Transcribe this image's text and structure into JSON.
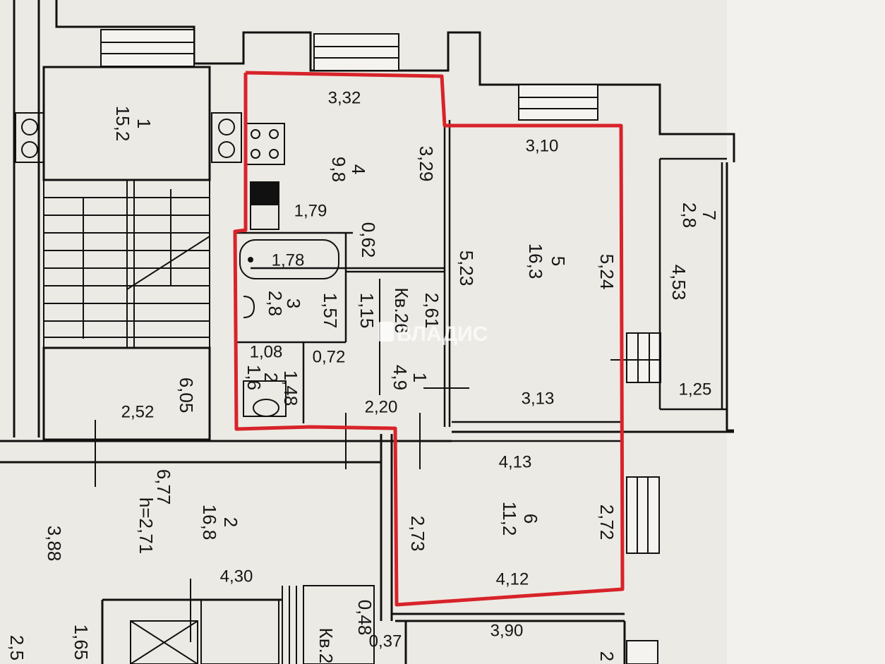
{
  "watermark": "ВЛАДИС",
  "apartment_label": "Кв.26",
  "neighbor_label": "Кв.2",
  "rooms": [
    {
      "id": "room-1-stair",
      "number": "1",
      "area": "15,2"
    },
    {
      "id": "room-2-stair",
      "number": "2",
      "area": "16,8",
      "height": "h=2,71"
    },
    {
      "id": "room-4-kitchen",
      "number": "4",
      "area": "9,8"
    },
    {
      "id": "room-3-bath",
      "number": "3",
      "area": "2,8"
    },
    {
      "id": "room-2-wc",
      "number": "2",
      "area": "1,6"
    },
    {
      "id": "room-1-hall",
      "number": "1",
      "area": "4,9"
    },
    {
      "id": "room-5-living",
      "number": "5",
      "area": "16,3"
    },
    {
      "id": "room-6-bedroom",
      "number": "6",
      "area": "11,2"
    },
    {
      "id": "room-7-balcony",
      "number": "7",
      "area": "2,8"
    }
  ],
  "dimensions": {
    "kitchen_top": "3,32",
    "kitchen_right": "3,29",
    "kitchen_niche": "1,79",
    "kitchen_small": "0,62",
    "bath_tub": "1,78",
    "bath_h": "1,57",
    "bath_w": "1,15",
    "wc_top": "1,08",
    "wc_side": "1,48",
    "wc_door": "0,72",
    "hall_right": "2,61",
    "hall_bottom": "2,20",
    "living_top": "3,10",
    "living_left": "5,23",
    "living_right": "5,24",
    "living_bottom": "3,13",
    "balcony_len": "4,53",
    "balcony_w": "1,25",
    "stair1_w": "2,52",
    "stair1_h": "6,05",
    "stair_total": "6,77",
    "stair2_a": "3,88",
    "stair2_b": "4,30",
    "stair2_c": "1,65",
    "bed_top": "4,13",
    "bed_bottom": "4,12",
    "bed_left": "2,73",
    "bed_right": "2,72",
    "neighbor_top": "3,90",
    "small_a": "0,48",
    "small_b": "0,37",
    "edge_a": "2",
    "edge_b": "2,5"
  },
  "colors": {
    "outline": "#d8232a",
    "walls": "#111111",
    "paper": "#eceae4",
    "watermark": "#ffffff"
  }
}
